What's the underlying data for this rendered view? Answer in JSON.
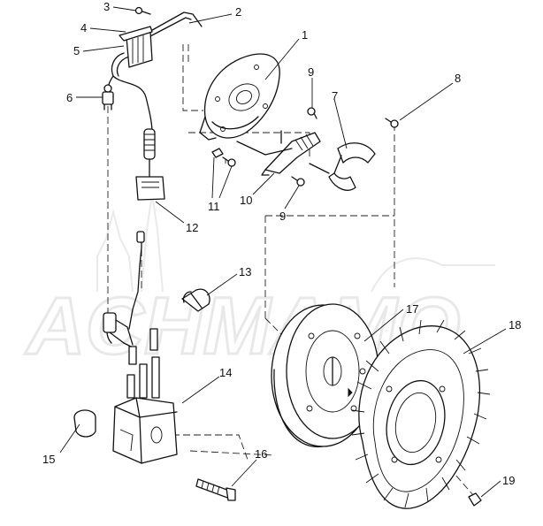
{
  "diagram": {
    "watermark": "ACHMAMO",
    "callouts": [
      "1",
      "2",
      "3",
      "4",
      "5",
      "6",
      "7",
      "8",
      "9",
      "9",
      "10",
      "11",
      "12",
      "13",
      "14",
      "15",
      "16",
      "17",
      "18",
      "19"
    ]
  },
  "colors": {
    "ink": "#111111",
    "watermark": "#e6e6e6",
    "background": "#ffffff"
  }
}
